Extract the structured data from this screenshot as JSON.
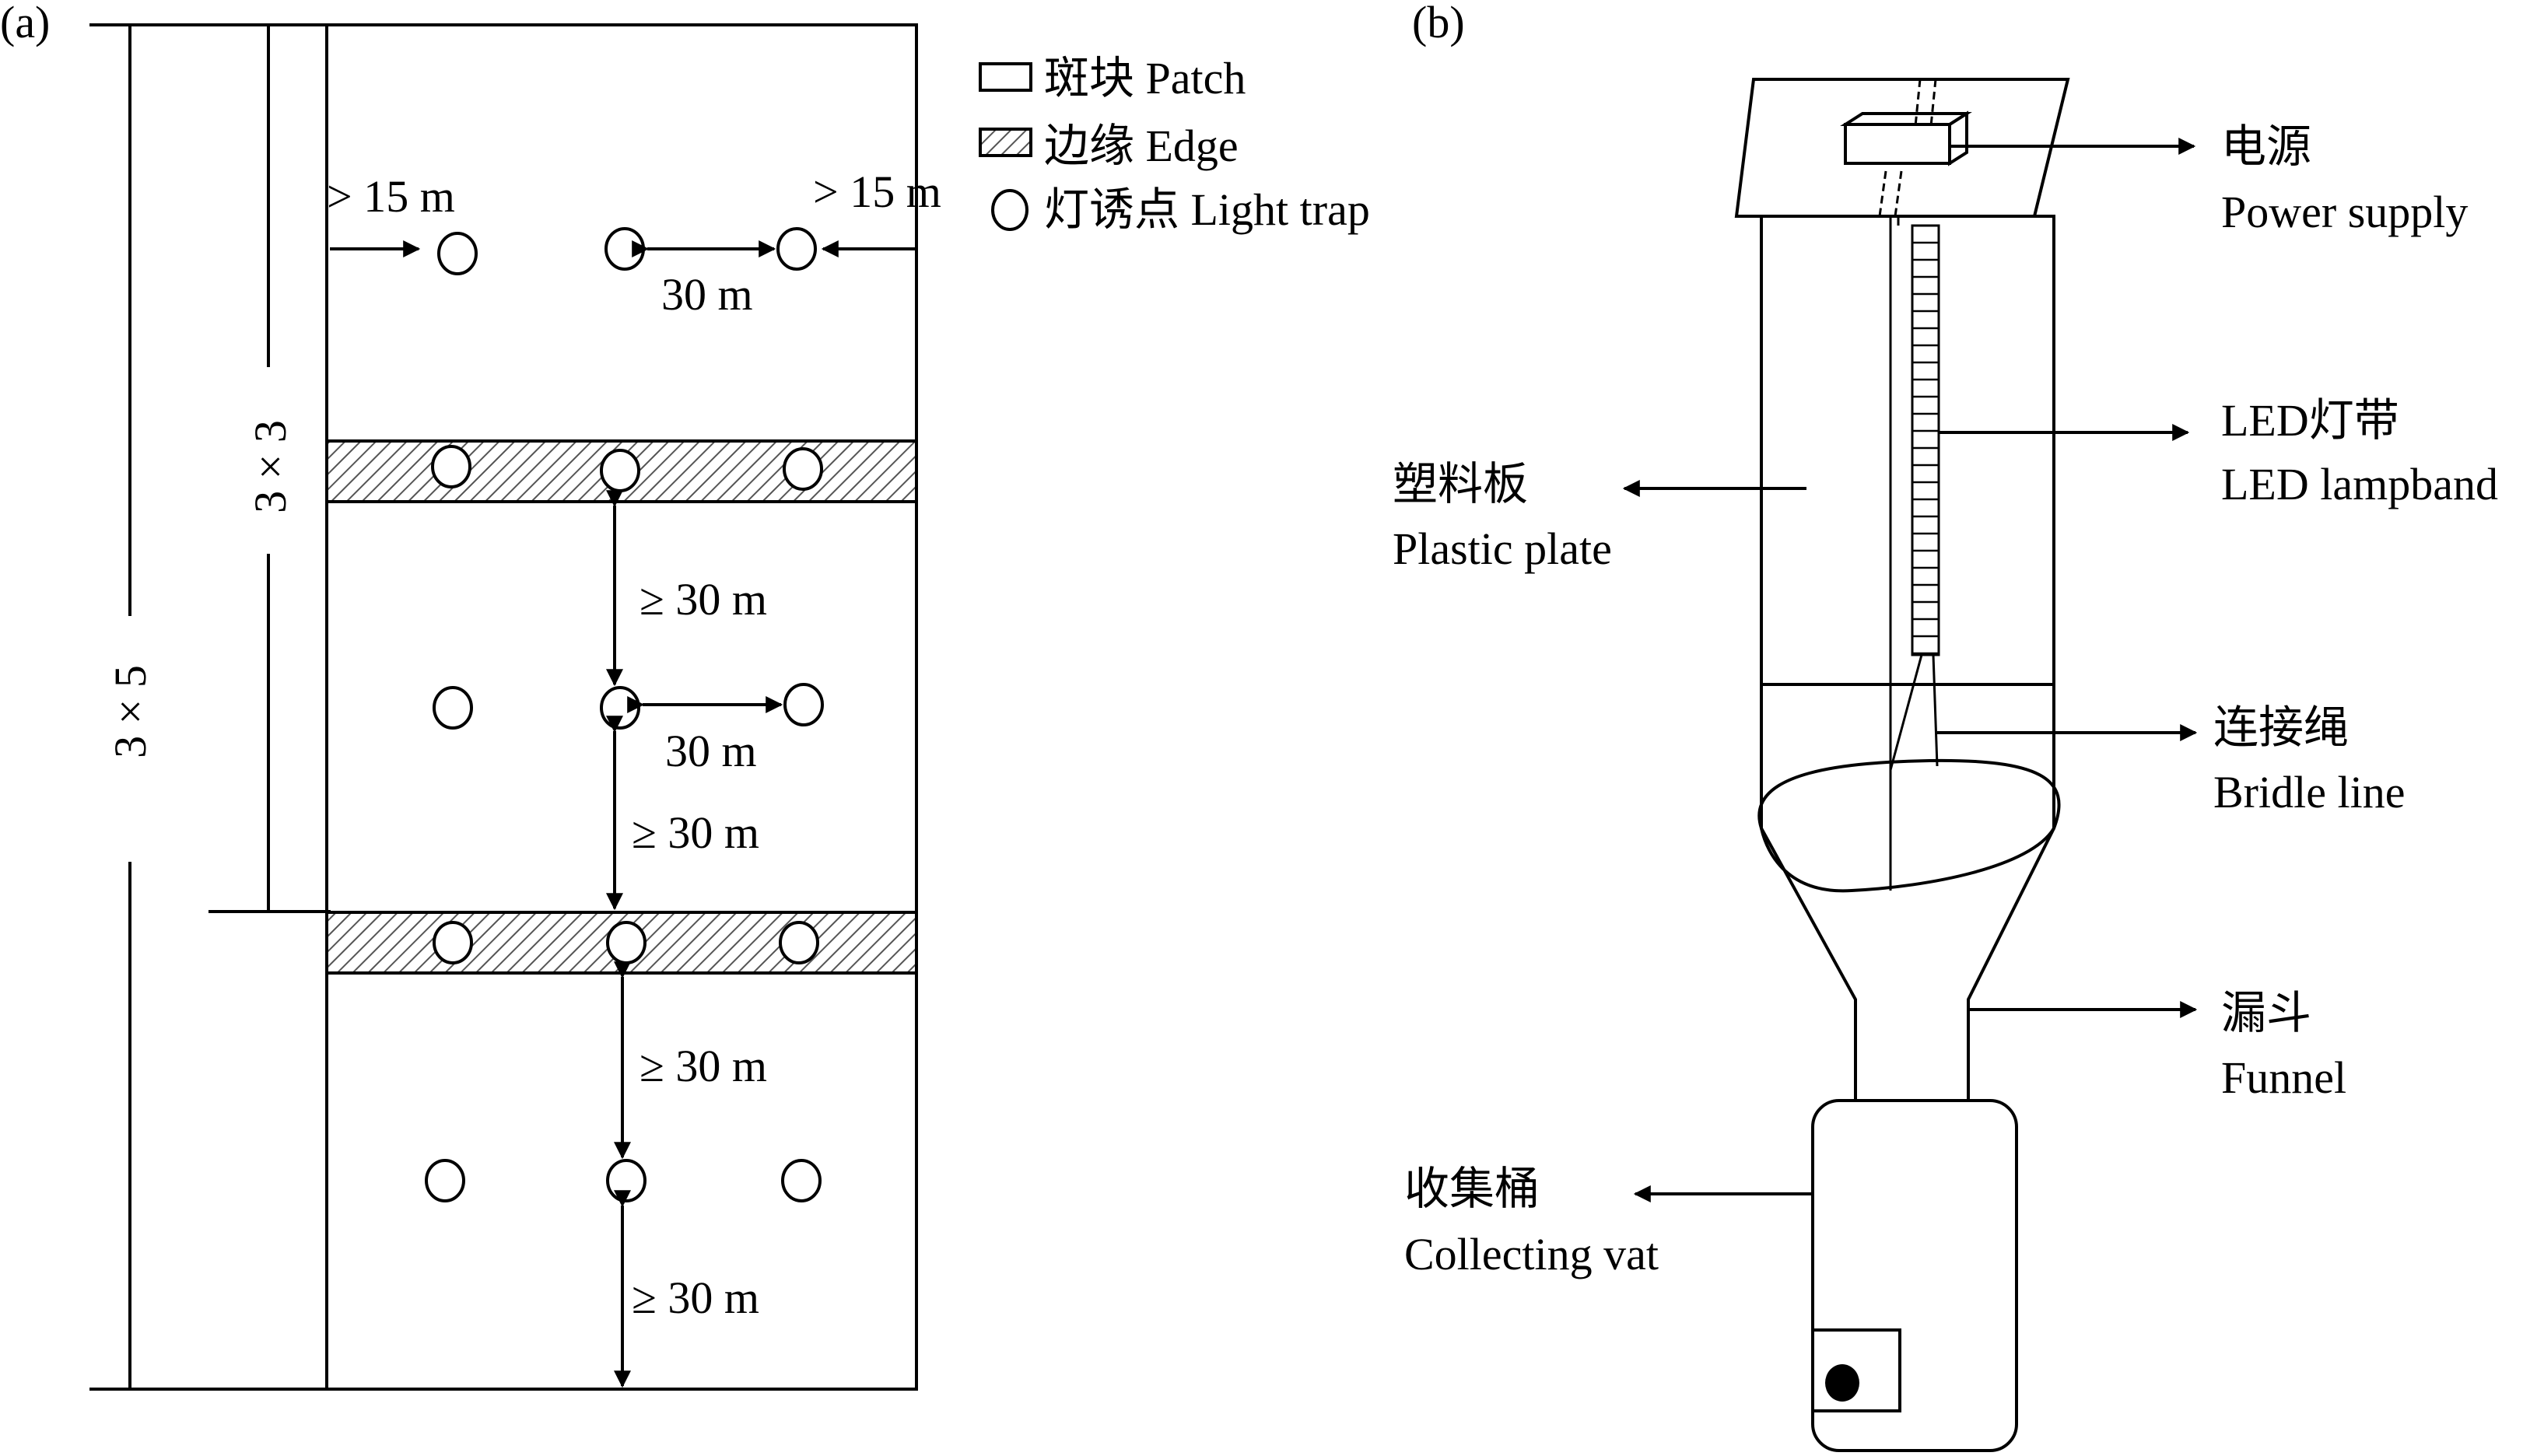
{
  "panel_a": {
    "label": "(a)",
    "dim_outer": "3 × 5",
    "dim_inner": "3 × 3",
    "dist_gt15_left": "> 15 m",
    "dist_gt15_right": "> 15 m",
    "dist_30_row1": "30 m",
    "dist_30_row3": "30 m",
    "dist_ge30_1": "≥ 30 m",
    "dist_ge30_2": "≥ 30 m",
    "dist_ge30_3": "≥ 30 m",
    "dist_ge30_4": "≥ 30 m",
    "legend": {
      "patch": "斑块 Patch",
      "edge": "边缘 Edge",
      "light_trap": "灯诱点 Light trap"
    }
  },
  "panel_b": {
    "label": "(b)",
    "power_cn": "电源",
    "power_en": "Power supply",
    "led_cn": "LED灯带",
    "led_en": "LED lampband",
    "plate_cn": "塑料板",
    "plate_en": "Plastic plate",
    "bridle_cn": "连接绳",
    "bridle_en": "Bridle line",
    "funnel_cn": "漏斗",
    "funnel_en": "Funnel",
    "vat_cn": "收集桶",
    "vat_en": "Collecting vat"
  }
}
